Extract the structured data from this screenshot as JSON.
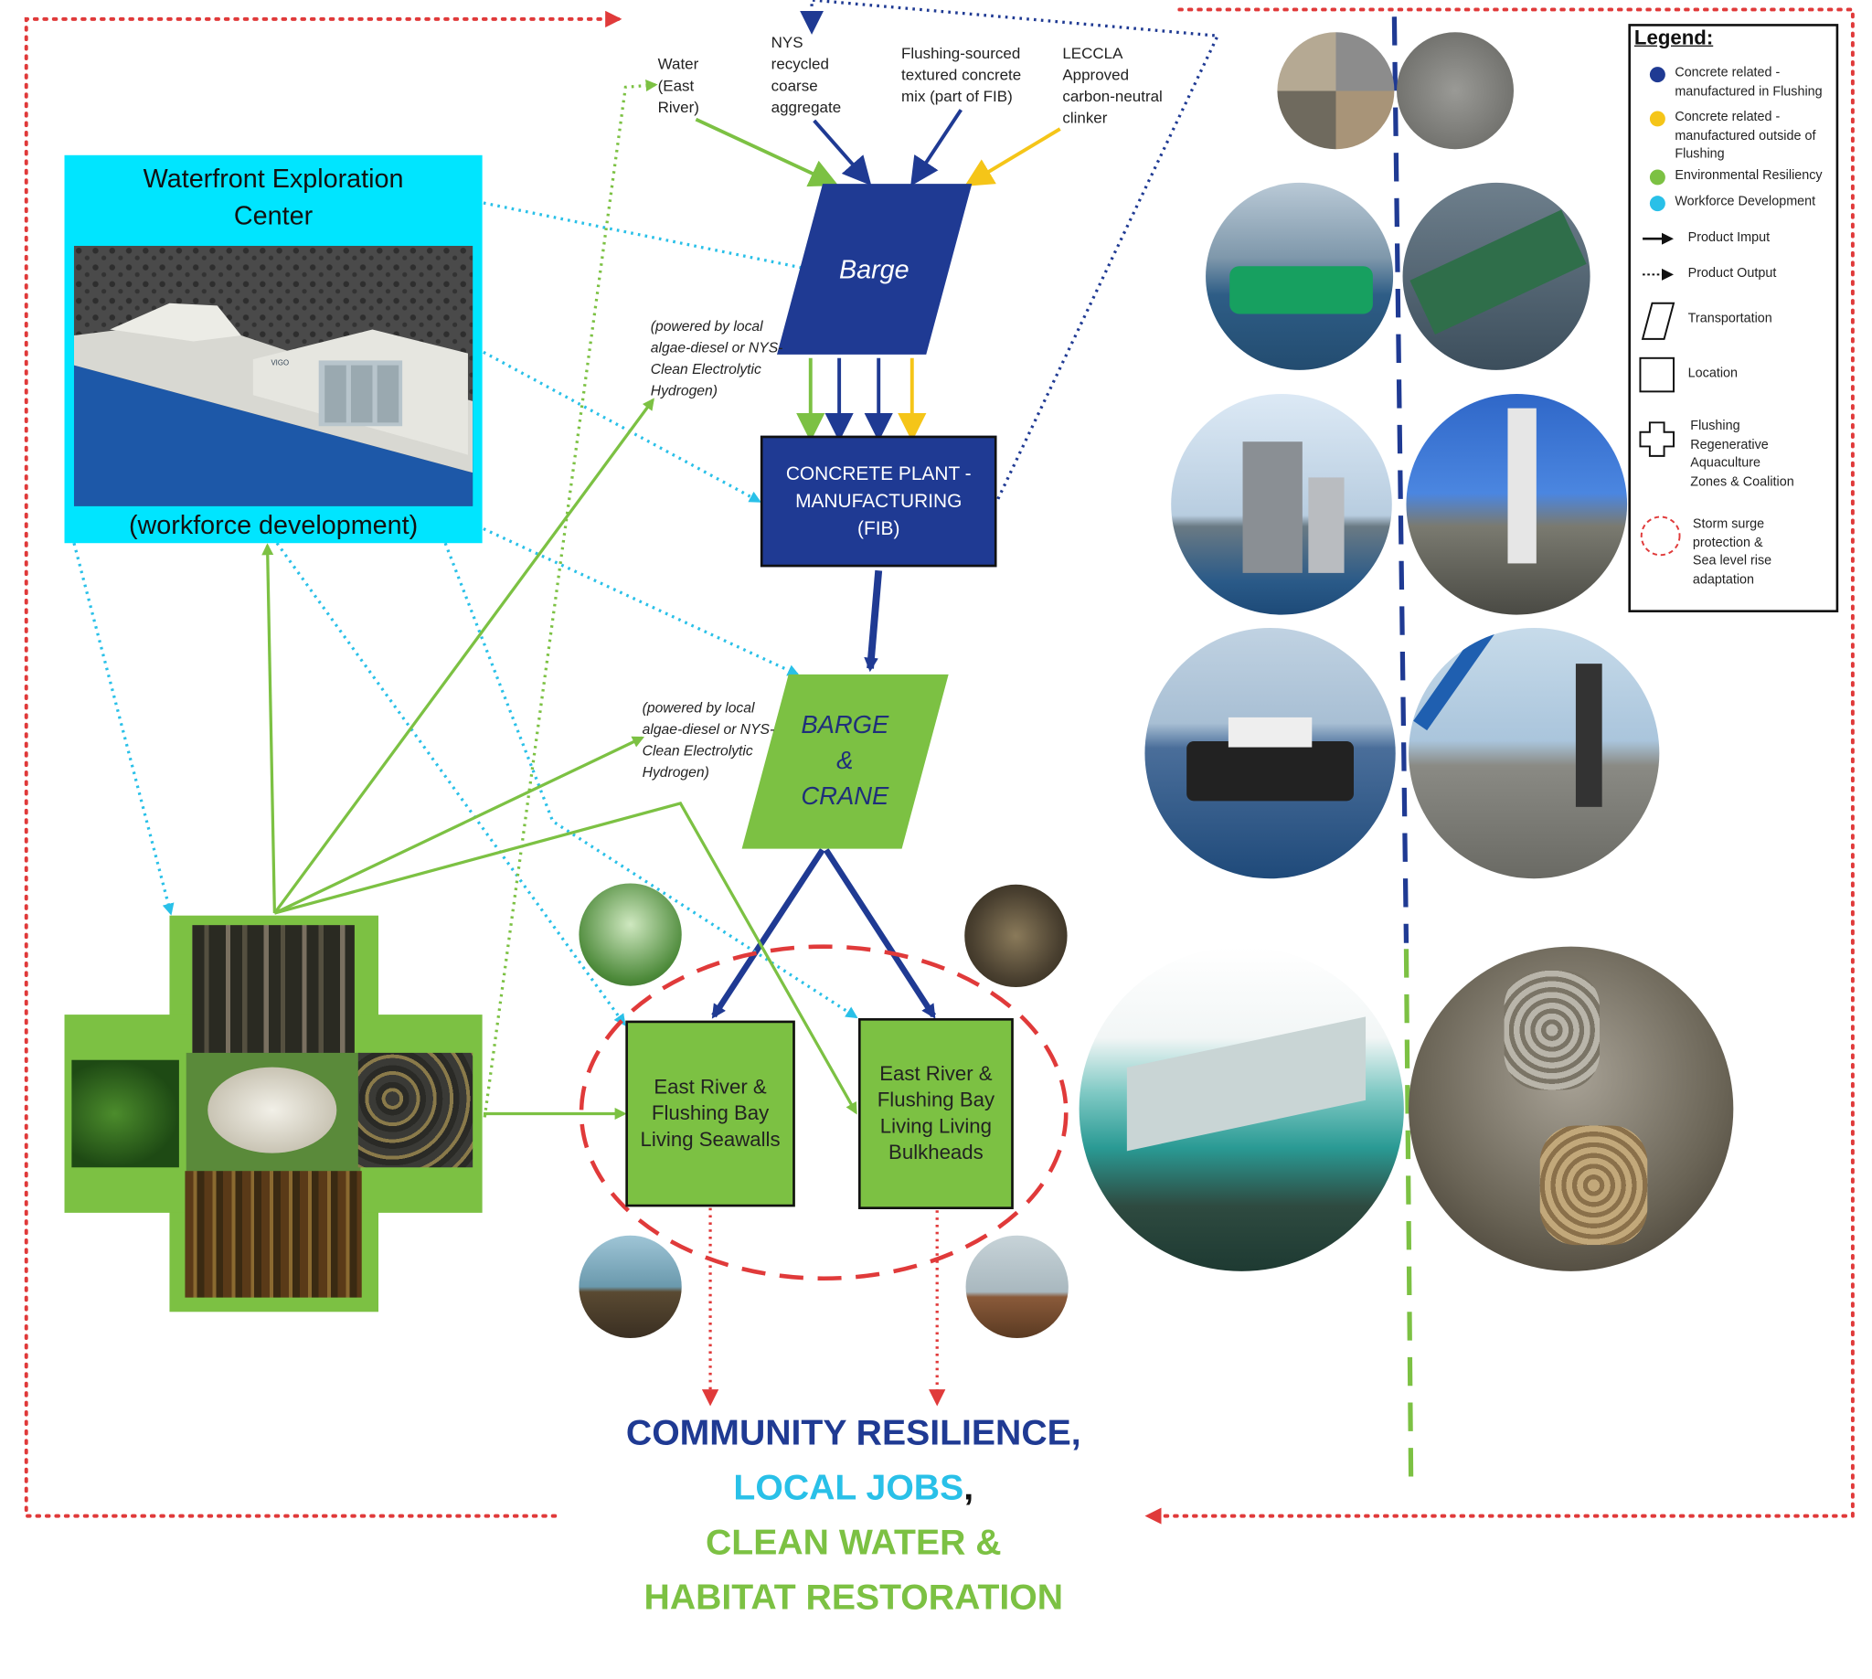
{
  "inputs": {
    "water": "Water\n(East\nRiver)",
    "aggregate": "NYS\nrecycled\ncoarse\naggregate",
    "mix": "Flushing-sourced\ntextured concrete\nmix (part of FIB)",
    "clinker": "LECCLA\nApproved\ncarbon-neutral\nclinker"
  },
  "nodes": {
    "wec_title": "Waterfront Exploration\nCenter",
    "wec_sub": "(workforce development)",
    "barge": "Barge",
    "plant": "CONCRETE PLANT -\nMANUFACTURING\n(FIB)",
    "barge_crane": "BARGE\n&\nCRANE",
    "seawalls": "East River &\nFlushing Bay\nLiving Seawalls",
    "bulkheads": "East River &\nFlushing Bay\nLiving Living\nBulkheads"
  },
  "notes": {
    "power_1": "(powered by local\nalgae-diesel or NYS-\nClean Electrolytic\nHydrogen)",
    "power_2": "(powered by local\nalgae-diesel or NYS-\nClean Electrolytic\nHydrogen)"
  },
  "photo_signage": "VIGO",
  "outcome": {
    "line1": "COMMUNITY RESILIENCE,",
    "line2a": "LOCAL JOBS",
    "line2b": ",",
    "line3": "CLEAN WATER &",
    "line4": "HABITAT RESTORATION"
  },
  "legend": {
    "title": "Legend:",
    "items": [
      {
        "label": "Concrete related -\nmanufactured in Flushing",
        "symbol": "dot",
        "color": "#1f3a93"
      },
      {
        "label": "Concrete related -\nmanufactured outside of\nFlushing",
        "symbol": "dot",
        "color": "#f5c518"
      },
      {
        "label": "Environmental Resiliency",
        "symbol": "dot",
        "color": "#7cc143"
      },
      {
        "label": "Workforce Development",
        "symbol": "dot",
        "color": "#29c0e8"
      },
      {
        "label": "Product Imput",
        "symbol": "solid-arrow"
      },
      {
        "label": "Product Output",
        "symbol": "dotted-arrow"
      },
      {
        "label": "Transportation",
        "symbol": "parallelogram"
      },
      {
        "label": "Location",
        "symbol": "square"
      },
      {
        "label": "Flushing\nRegenerative\nAquaculture\nZones & Coalition",
        "symbol": "cross"
      },
      {
        "label": "Storm surge\nprotection &\nSea level rise\nadaptation",
        "symbol": "dashed-circle"
      }
    ]
  },
  "colors": {
    "navy": "#1f3a93",
    "green": "#7cc143",
    "cyan": "#29c0e8",
    "yellow": "#f5c518",
    "red": "#e03a3a",
    "wec_bg": "#00e5ff"
  }
}
